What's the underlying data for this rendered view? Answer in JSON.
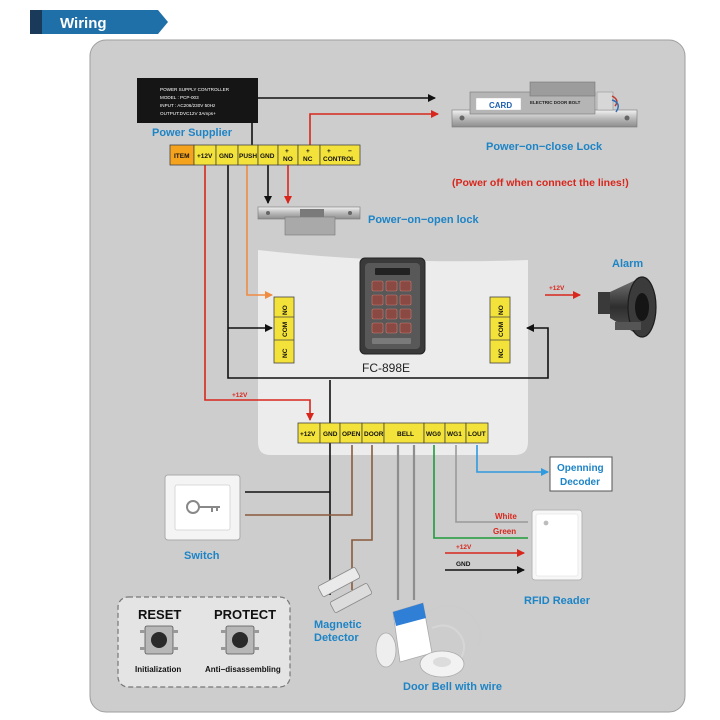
{
  "header": {
    "title": "Wiring"
  },
  "power_supply": {
    "label": "Power Supplier",
    "plate": {
      "line1": "POWER SUPPLY CONTROLLER",
      "line2": "MODEL : PCP-003",
      "line3": "INPUT : AC206/230V 50Hz",
      "line4": "OUTPUT:DVC12V 3Amps+"
    },
    "terminals": [
      "ITEM",
      "+12V",
      "GND",
      "PUSH",
      "GND",
      "+",
      "NO",
      "+",
      "NC",
      "+",
      "−",
      "CONTROL"
    ]
  },
  "close_lock": {
    "label": "Power−on−close Lock",
    "note": "(Power off when connect the lines!)",
    "brand": "CARD",
    "title_text": "ELECTRIC DOOR BOLT"
  },
  "open_lock": {
    "label": "Power−on−open  lock"
  },
  "keypad": {
    "model": "FC-898E"
  },
  "relay_left": {
    "terminals": [
      "NO",
      "COM",
      "NC"
    ]
  },
  "relay_right": {
    "terminals": [
      "NO",
      "COM",
      "NC"
    ]
  },
  "alarm": {
    "label": "Alarm",
    "voltage": "+12V"
  },
  "bottom_terminal": {
    "plus12_label": "+12V",
    "terminals": [
      "+12V",
      "GND",
      "OPEN",
      "DOOR",
      "BELL",
      "WG0",
      "WG1",
      "LOUT"
    ]
  },
  "decoder": {
    "line1": "Openning",
    "line2": "Decoder"
  },
  "switch": {
    "label": "Switch"
  },
  "rfid": {
    "label": "RFID Reader",
    "white": "White",
    "green": "Green",
    "plus12": "+12V",
    "gnd": "GND"
  },
  "magnetic": {
    "line1": "Magnetic",
    "line2": "Detector"
  },
  "doorbell": {
    "label": "Door Bell with wire"
  },
  "buttons": {
    "reset_title": "RESET",
    "reset_caption": "Initialization",
    "protect_title": "PROTECT",
    "protect_caption": "Anti−disassembling"
  },
  "colors": {
    "header_blue": "#1f6fa8",
    "panel_gray": "#cdcdcd",
    "terminal_yellow": "#f3e23a",
    "wire_red": "#d8261c",
    "wire_orange": "#ef8c42",
    "wire_blue": "#2e9ae0",
    "wire_green": "#1f9b3a",
    "wire_brown": "#8a5a3c",
    "label_blue": "#1d84c6"
  }
}
